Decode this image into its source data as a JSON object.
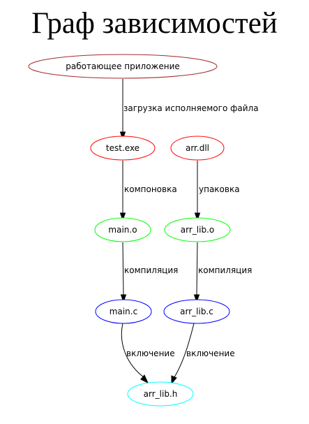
{
  "title": "Граф зависимостей",
  "colors": {
    "brown": "#a52a2a",
    "red": "#ff0000",
    "green": "#00ff00",
    "blue": "#0000ff",
    "cyan": "#00ffff",
    "edge": "#000000"
  },
  "nodes": {
    "app": {
      "label": "работающее приложение",
      "color": "brown"
    },
    "test_exe": {
      "label": "test.exe",
      "color": "red"
    },
    "arr_dll": {
      "label": "arr.dll",
      "color": "red"
    },
    "main_o": {
      "label": "main.o",
      "color": "green"
    },
    "arr_lib_o": {
      "label": "arr_lib.o",
      "color": "green"
    },
    "main_c": {
      "label": "main.c",
      "color": "blue"
    },
    "arr_lib_c": {
      "label": "arr_lib.c",
      "color": "blue"
    },
    "arr_lib_h": {
      "label": "arr_lib.h",
      "color": "cyan"
    }
  },
  "edges": {
    "app_test": {
      "from": "app",
      "to": "test_exe",
      "label": "загрузка исполняемого файла"
    },
    "test_main_o": {
      "from": "test_exe",
      "to": "main_o",
      "label": "компоновка"
    },
    "dll_lib_o": {
      "from": "arr_dll",
      "to": "arr_lib_o",
      "label": "упаковка"
    },
    "main_o_main_c": {
      "from": "main_o",
      "to": "main_c",
      "label": "компиляция"
    },
    "lib_o_lib_c": {
      "from": "arr_lib_o",
      "to": "arr_lib_c",
      "label": "компиляция"
    },
    "main_c_h": {
      "from": "main_c",
      "to": "arr_lib_h",
      "label": "включение"
    },
    "lib_c_h": {
      "from": "arr_lib_c",
      "to": "arr_lib_h",
      "label": "включение"
    }
  }
}
